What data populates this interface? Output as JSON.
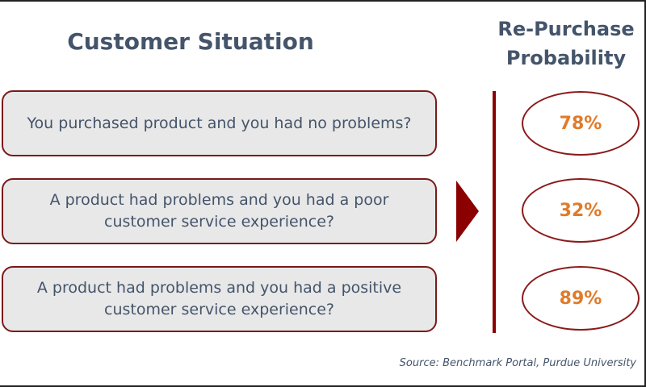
{
  "headers": {
    "situation": "Customer Situation",
    "probability_line1": "Re-Purchase",
    "probability_line2": "Probability"
  },
  "rows": [
    {
      "situation": "You purchased product and you had no problems?",
      "probability": "78%"
    },
    {
      "situation": "A product had problems and you had a poor customer service experience?",
      "probability": "32%"
    },
    {
      "situation": "A product had problems and you had a positive customer service experience?",
      "probability": "89%"
    }
  ],
  "source": "Source: Benchmark Portal, Purdue University",
  "colors": {
    "text": "#44546a",
    "accent": "#8b0000",
    "percent": "#e07b2a",
    "box_fill": "#e8e8e8"
  }
}
